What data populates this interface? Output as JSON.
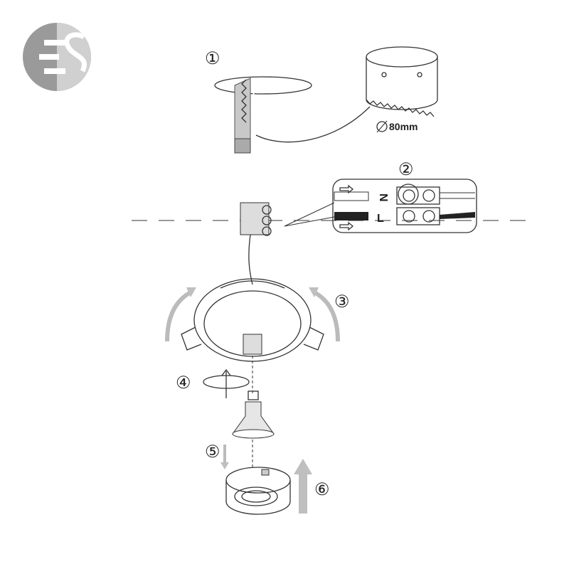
{
  "logo": {
    "text": "ES",
    "colors": {
      "dark": "#8a8a8a",
      "light": "#cfcfcf"
    }
  },
  "steps": [
    "①",
    "②",
    "③",
    "④",
    "⑤",
    "⑥"
  ],
  "hole_size": "80mm",
  "terminal": {
    "neutral": "N",
    "live": "L"
  },
  "colors": {
    "line": "#333333",
    "arrow": "#bdbdbd"
  }
}
